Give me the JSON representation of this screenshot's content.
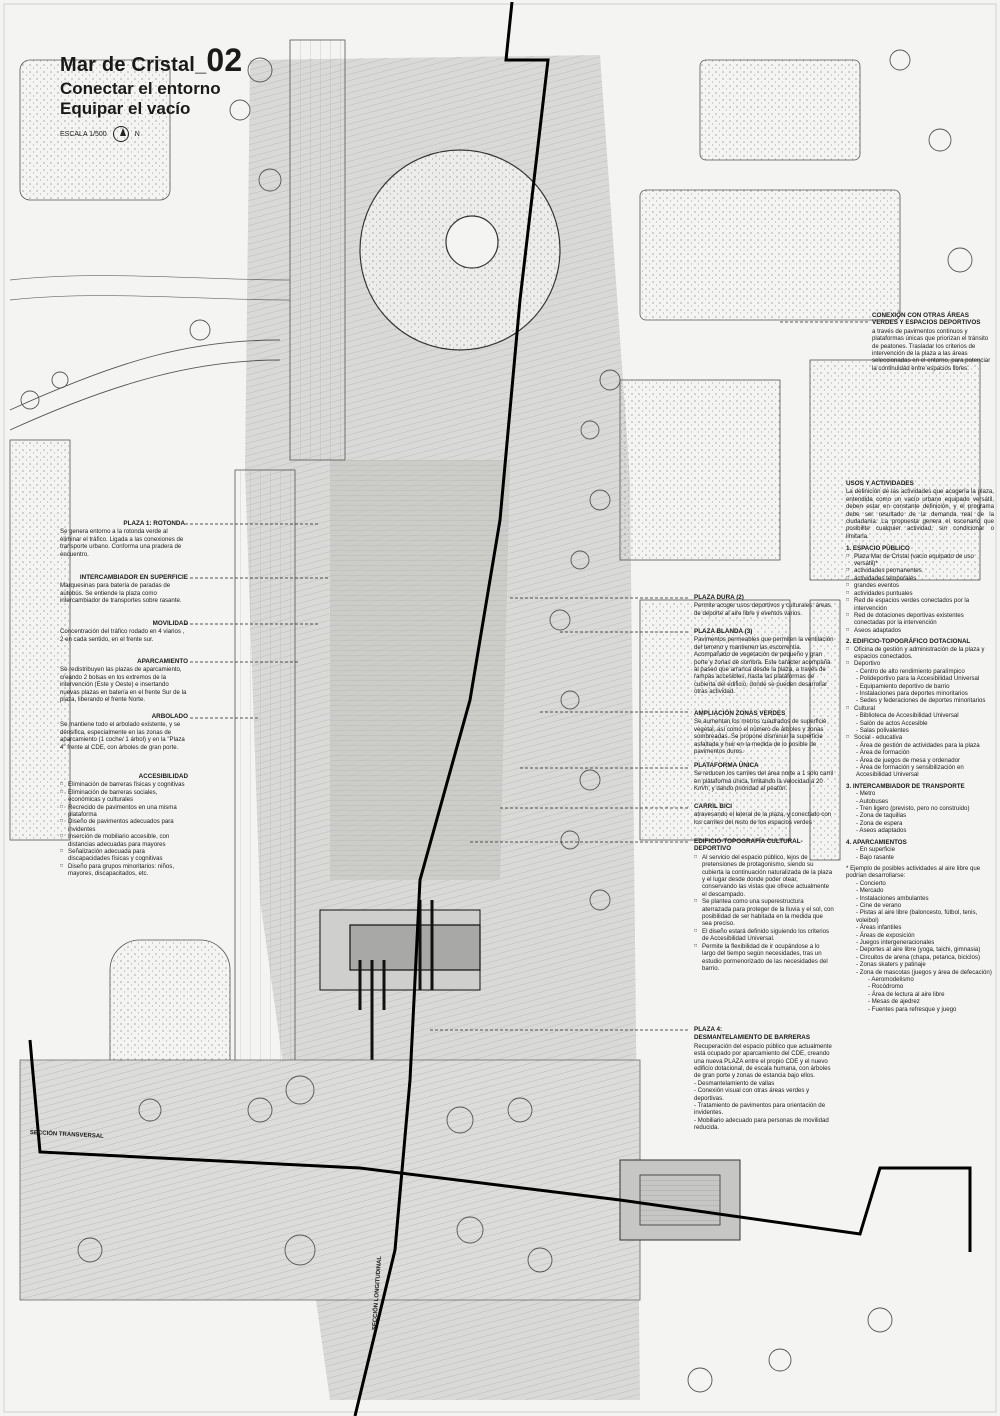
{
  "title": {
    "line1": "Mar de Cristal_",
    "number": "02",
    "line2": "Conectar el entorno",
    "line3": "Equipar el vacío",
    "scale": "ESCALA 1/500",
    "north_symbol": "N"
  },
  "notes": {
    "plaza1": {
      "heading": "PLAZA 1: ROTONDA",
      "text": "Se genera entorno a la rotonda verde al eliminar el tráfico. Ligada a las conexiones de transporte urbano. Conforma una pradera de encuentro."
    },
    "intercambiador": {
      "heading": "INTERCAMBIADOR EN SUPERFICIE",
      "text": "Marquesinas para batería de paradas de autobús. Se entiende la plaza como intercambiador de transportes sobre rasante."
    },
    "movilidad": {
      "heading": "MOVILIDAD",
      "text": "Concentración del tráfico rodado en 4 viarios , 2 en cada sentido, en el frente sur."
    },
    "aparcamiento": {
      "heading": "APARCAMIENTO",
      "text": "Se redistribuyen las plazas de aparcamiento, creando 2 bolsas en los extremos de la intervención (Este y Oeste) e insertando nuevas plazas en batería en el frente Sur de la plaza, liberando el frente Norte."
    },
    "arbolado": {
      "heading": "ARBOLADO",
      "text": "Se mantiene todo el arbolado existente, y se densifica, especialmente en las zonas de aparcamiento (1 coche/ 1 árbol) y en la \"Plaza 4\" frente al CDE, con árboles de gran porte."
    },
    "accesibilidad": {
      "heading": "ACCESIBILIDAD",
      "items": [
        "Eliminación de barreras físicas y cognitivas",
        "Eliminación de barreras sociales, económicas y culturales",
        "Recrecido de pavimentos en una misma plataforma",
        "Diseño de pavimentos adecuados para invidentes",
        "Inserción de mobiliario accesible, con distancias adecuadas para mayores",
        "Señalización adecuada para discapacidades físicas y cognitivas",
        "Diseño para grupos minoritarios: niños, mayores, discapacitados, etc."
      ]
    },
    "conexion": {
      "heading": "CONEXIÓN CON OTRAS ÁREAS VERDES Y ESPACIOS DEPORTIVOS",
      "text": "a través de pavimentos continuos y plataformas únicas que priorizan el tránsito de peatones. Trasladar los criterios de intervención de la plaza a las áreas seleccionadas en el entorno, para potenciar la continuidad entre espacios libres."
    },
    "plaza_dura": {
      "heading": "PLAZA DURA (2)",
      "text": "Permite acoger usos deportivos y culturales: áreas de deporte al aire libre y eventos varios."
    },
    "plaza_blanda": {
      "heading": "PLAZA BLANDA (3)",
      "text": "Pavimentos permeables que permiten la ventilación del terreno y mantienen las escorrentía. Acompañado de vegetación de pequeño y gran porte y zonas de sombra. Este carácter acompaña al paseo que arranca desde la plaza, a través de rampas accesibles, hasta las plataformas de cubierta del edificio, donde se pueden desarrollar otras actividad."
    },
    "ampliacion": {
      "heading": "AMPLIACIÓN ZONAS VERDES",
      "text": "Se aumentan los metros cuadrados de superficie vegetal, así como el número de árboles y zonas sombreadas. Se propone disminuir la superficie asfaltada y huir en la medida de lo posible de pavimentos duros."
    },
    "plataforma": {
      "heading": "PLATAFORMA ÚNICA",
      "text": "Se reducen los carriles del área norte a 1 sólo carril en plataforma única, limitando la velocidad a 20 Km/h, y dando prioridad al peatón."
    },
    "carril_bici": {
      "heading": "CARRIL BICI",
      "text": "atravesando el lateral de la plaza, y conectado con los carriles del resto de los espacios verdes"
    },
    "edificio": {
      "heading": "EDIFICIO-TOPOGRAFÍA CULTURAL-DEPORTIVO",
      "items": [
        "Al servicio del espacio público, lejos de pretensiones de protagonismo, siendo su cubierta la continuación naturalizada de la plaza y el lugar desde donde poder otear, conservando las vistas que ofrece actualmente el descampado.",
        "Se plantea como una superestructura aterrazada para proteger de la lluvia y el sol, con posibilidad de ser habitada en la medida que sea preciso.",
        "El diseño estará definido siguiendo los criterios de Accesibilidad Universal.",
        "Permite la flexibilidad de ir ocupándose a lo largo del tiempo según necesidades, tras un estudio pormenorizado de las necesidades del barrio."
      ]
    },
    "plaza4": {
      "heading": "PLAZA 4:",
      "heading2": "DESMANTELAMIENTO DE BARRERAS",
      "text": "Recuperación del espacio público que actualmente está ocupado por aparcamiento del CDE, creando una nueva PLAZA entre el propio CDE y el nuevo edificio dotacional, de escala humana, con árboles de gran porte y zonas de estancia bajo ellos.",
      "items": [
        "- Desmantelamiento de vallas",
        "- Conexión visual con otras áreas verdes y deportivas.",
        "- Tratamiento de pavimentos para orientación de invidentes.",
        "- Mobiliario adecuado para personas de movilidad reducida."
      ]
    }
  },
  "usos": {
    "heading": "USOS Y ACTIVIDADES",
    "intro": "La definición de las actividades que acogería la plaza, entendida como un vacío urbano equipado versátil, deben estar en constante definición, y el programa debe ser resultado de la demanda real de la ciudadanía. La propuesta genera el escenario que posibilite cualquier actividad, sin condicionar o limitarla.",
    "s1": {
      "title": "1.  ESPACIO PÚBLICO",
      "items": [
        "Plaza Mar de Cristal (vacío equipado de uso versátil)*",
        "actividades permanentes",
        "actividades temporales",
        "grandes eventos",
        "actividades puntuales",
        "Red de espacios verdes conectados por la intervención",
        "Red de dotaciones deportivas existentes conectadas por la intervención",
        "Aseos adaptados"
      ]
    },
    "s2": {
      "title": "2.  EDIFICIO-TOPOGRÁFICO DOTACIONAL",
      "a": "Oficina de gestión y administración de la plaza y espacios conectados.",
      "b": "Deportivo",
      "b_items": [
        "Centro de alto rendimiento paralímpico",
        "Polideportivo para la Accesibilidad Universal",
        "Equipamiento deportivo de barrio",
        "Instalaciones para deportes minoritarios",
        "Sedes y federaciones de deportes minoritarios"
      ],
      "c": "Cultural",
      "c_items": [
        "Biblioteca de Accesibilidad Universal",
        "Salón de actos Accesible",
        "Salas polivalentes"
      ],
      "d": "Social - educativa",
      "d_items": [
        "Área de gestión de actividades para la plaza",
        "Área de formación",
        "Área de juegos de mesa y ordenador",
        "Área de formación y sensibilización en Accesibilidad Universal"
      ]
    },
    "s3": {
      "title": "3.  INTERCAMBIADOR DE TRANSPORTE",
      "items": [
        "Metro",
        "Autobuses",
        "Tren ligero (previsto, pero no construido)",
        "Zona de taquillas",
        "Zona de espera",
        "Aseos adaptados"
      ]
    },
    "s4": {
      "title": "4.  APARCAMIENTOS",
      "items": [
        "En superficie",
        "Bajo rasante"
      ]
    },
    "footnote": "* Ejemplo de posibles actividades al aire libre que podrían desarrollarse:",
    "activities": [
      "Concierto",
      "Mercado",
      "Instalaciones ambulantes",
      "Cine de verano",
      "Pistas al aire libre (baloncesto, fútbol, tenis, voleibol)",
      "Áreas infantiles",
      "Áreas de exposición",
      "Juegos intergeneracionales",
      "Deportes al aire libre (yoga, taichi, gimnasia)",
      "Circuitos de arena (chapa, petanca, biciclos)",
      "Zonas skaters y patinaje",
      "Zona de mascotas (juegos y área de defecación)"
    ],
    "sub_activities": [
      "Aeromodelismo",
      "Rocódromo",
      "Área de lectura al aire libre",
      "Mesas de ajedrez",
      "Fuentes para refresque y juego"
    ]
  },
  "sections": {
    "transversal": "SECCIÓN TRANSVERSAL",
    "longitudinal": "SECCIÓN LONGITUDINAL"
  }
}
